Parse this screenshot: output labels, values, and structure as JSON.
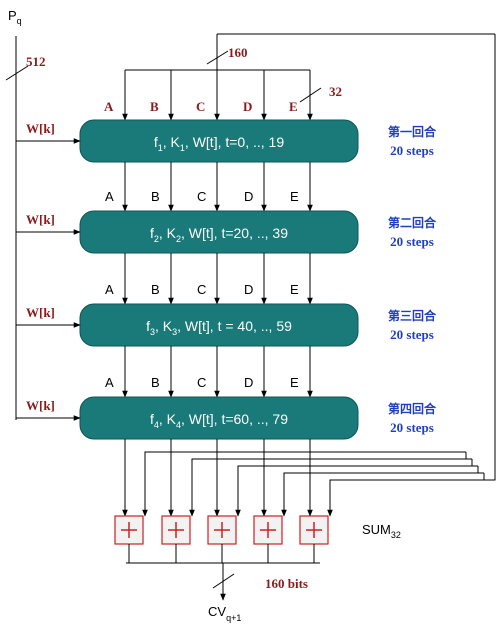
{
  "input": {
    "pq_main": "P",
    "pq_sub": "q",
    "width_512": "512",
    "width_160": "160",
    "width_32": "32"
  },
  "wk_label": "W[k]",
  "register_labels_top": [
    "A",
    "B",
    "C",
    "D",
    "E"
  ],
  "register_labels_mid": [
    "A",
    "B",
    "C",
    "D",
    "E"
  ],
  "rounds": [
    {
      "f": "f",
      "f_sub": "1",
      "k": "K",
      "k_sub": "1",
      "rest": ", W[t], t=0, .., 19",
      "round_name": "第一回合",
      "steps": "20 steps"
    },
    {
      "f": "f",
      "f_sub": "2",
      "k": "K",
      "k_sub": "2",
      "rest": ", W[t], t=20, .., 39",
      "round_name": "第二回合",
      "steps": "20 steps"
    },
    {
      "f": "f",
      "f_sub": "3",
      "k": "K",
      "k_sub": "3",
      "rest": ", W[t], t = 40, .., 59",
      "round_name": "第三回合",
      "steps": "20 steps"
    },
    {
      "f": "f",
      "f_sub": "4",
      "k": "K",
      "k_sub": "4",
      "rest": ", W[t], t=60, .., 79",
      "round_name": "第四回合",
      "steps": "20 steps"
    }
  ],
  "sum": {
    "main": "SUM",
    "sub": "32"
  },
  "output": {
    "bits": "160 bits",
    "cv_main": "CV",
    "cv_sub": "q+1"
  },
  "colors": {
    "round_box": "#1a7a7a",
    "adder_fill": "#f2f2f2",
    "adder_border": "#cc2222",
    "dark_label": "#8b1a1a",
    "blue_label": "#1f3fbf"
  }
}
